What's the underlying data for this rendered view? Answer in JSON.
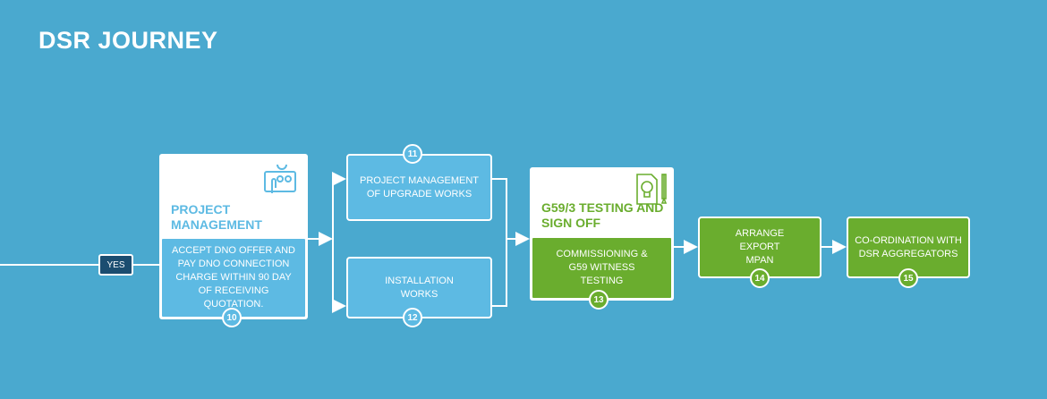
{
  "title": "DSR JOURNEY",
  "yes_label": "YES",
  "colors": {
    "background": "#4aa9cf",
    "blue": "#5dbae3",
    "green": "#6aad2e",
    "navy": "#1b4d70"
  },
  "steps": [
    {
      "num": "10",
      "heading": "PROJECT MANAGEMENT",
      "text": "ACCEPT DNO OFFER AND PAY DNO CONNECTION CHARGE WITHIN 90 DAY OF RECEIVING QUOTATION.",
      "icon": "touch-panel-icon"
    },
    {
      "num": "11",
      "text": "PROJECT MANAGEMENT OF UPGRADE WORKS"
    },
    {
      "num": "12",
      "text": "INSTALLATION WORKS"
    },
    {
      "num": "13",
      "heading": "G59/3 TESTING AND SIGN OFF",
      "text": "COMMISSIONING & G59 WITNESS TESTING",
      "icon": "lightbulb-document-icon"
    },
    {
      "num": "14",
      "text": "ARRANGE EXPORT MPAN"
    },
    {
      "num": "15",
      "text": "CO-ORDINATION WITH DSR AGGREGATORS"
    }
  ]
}
